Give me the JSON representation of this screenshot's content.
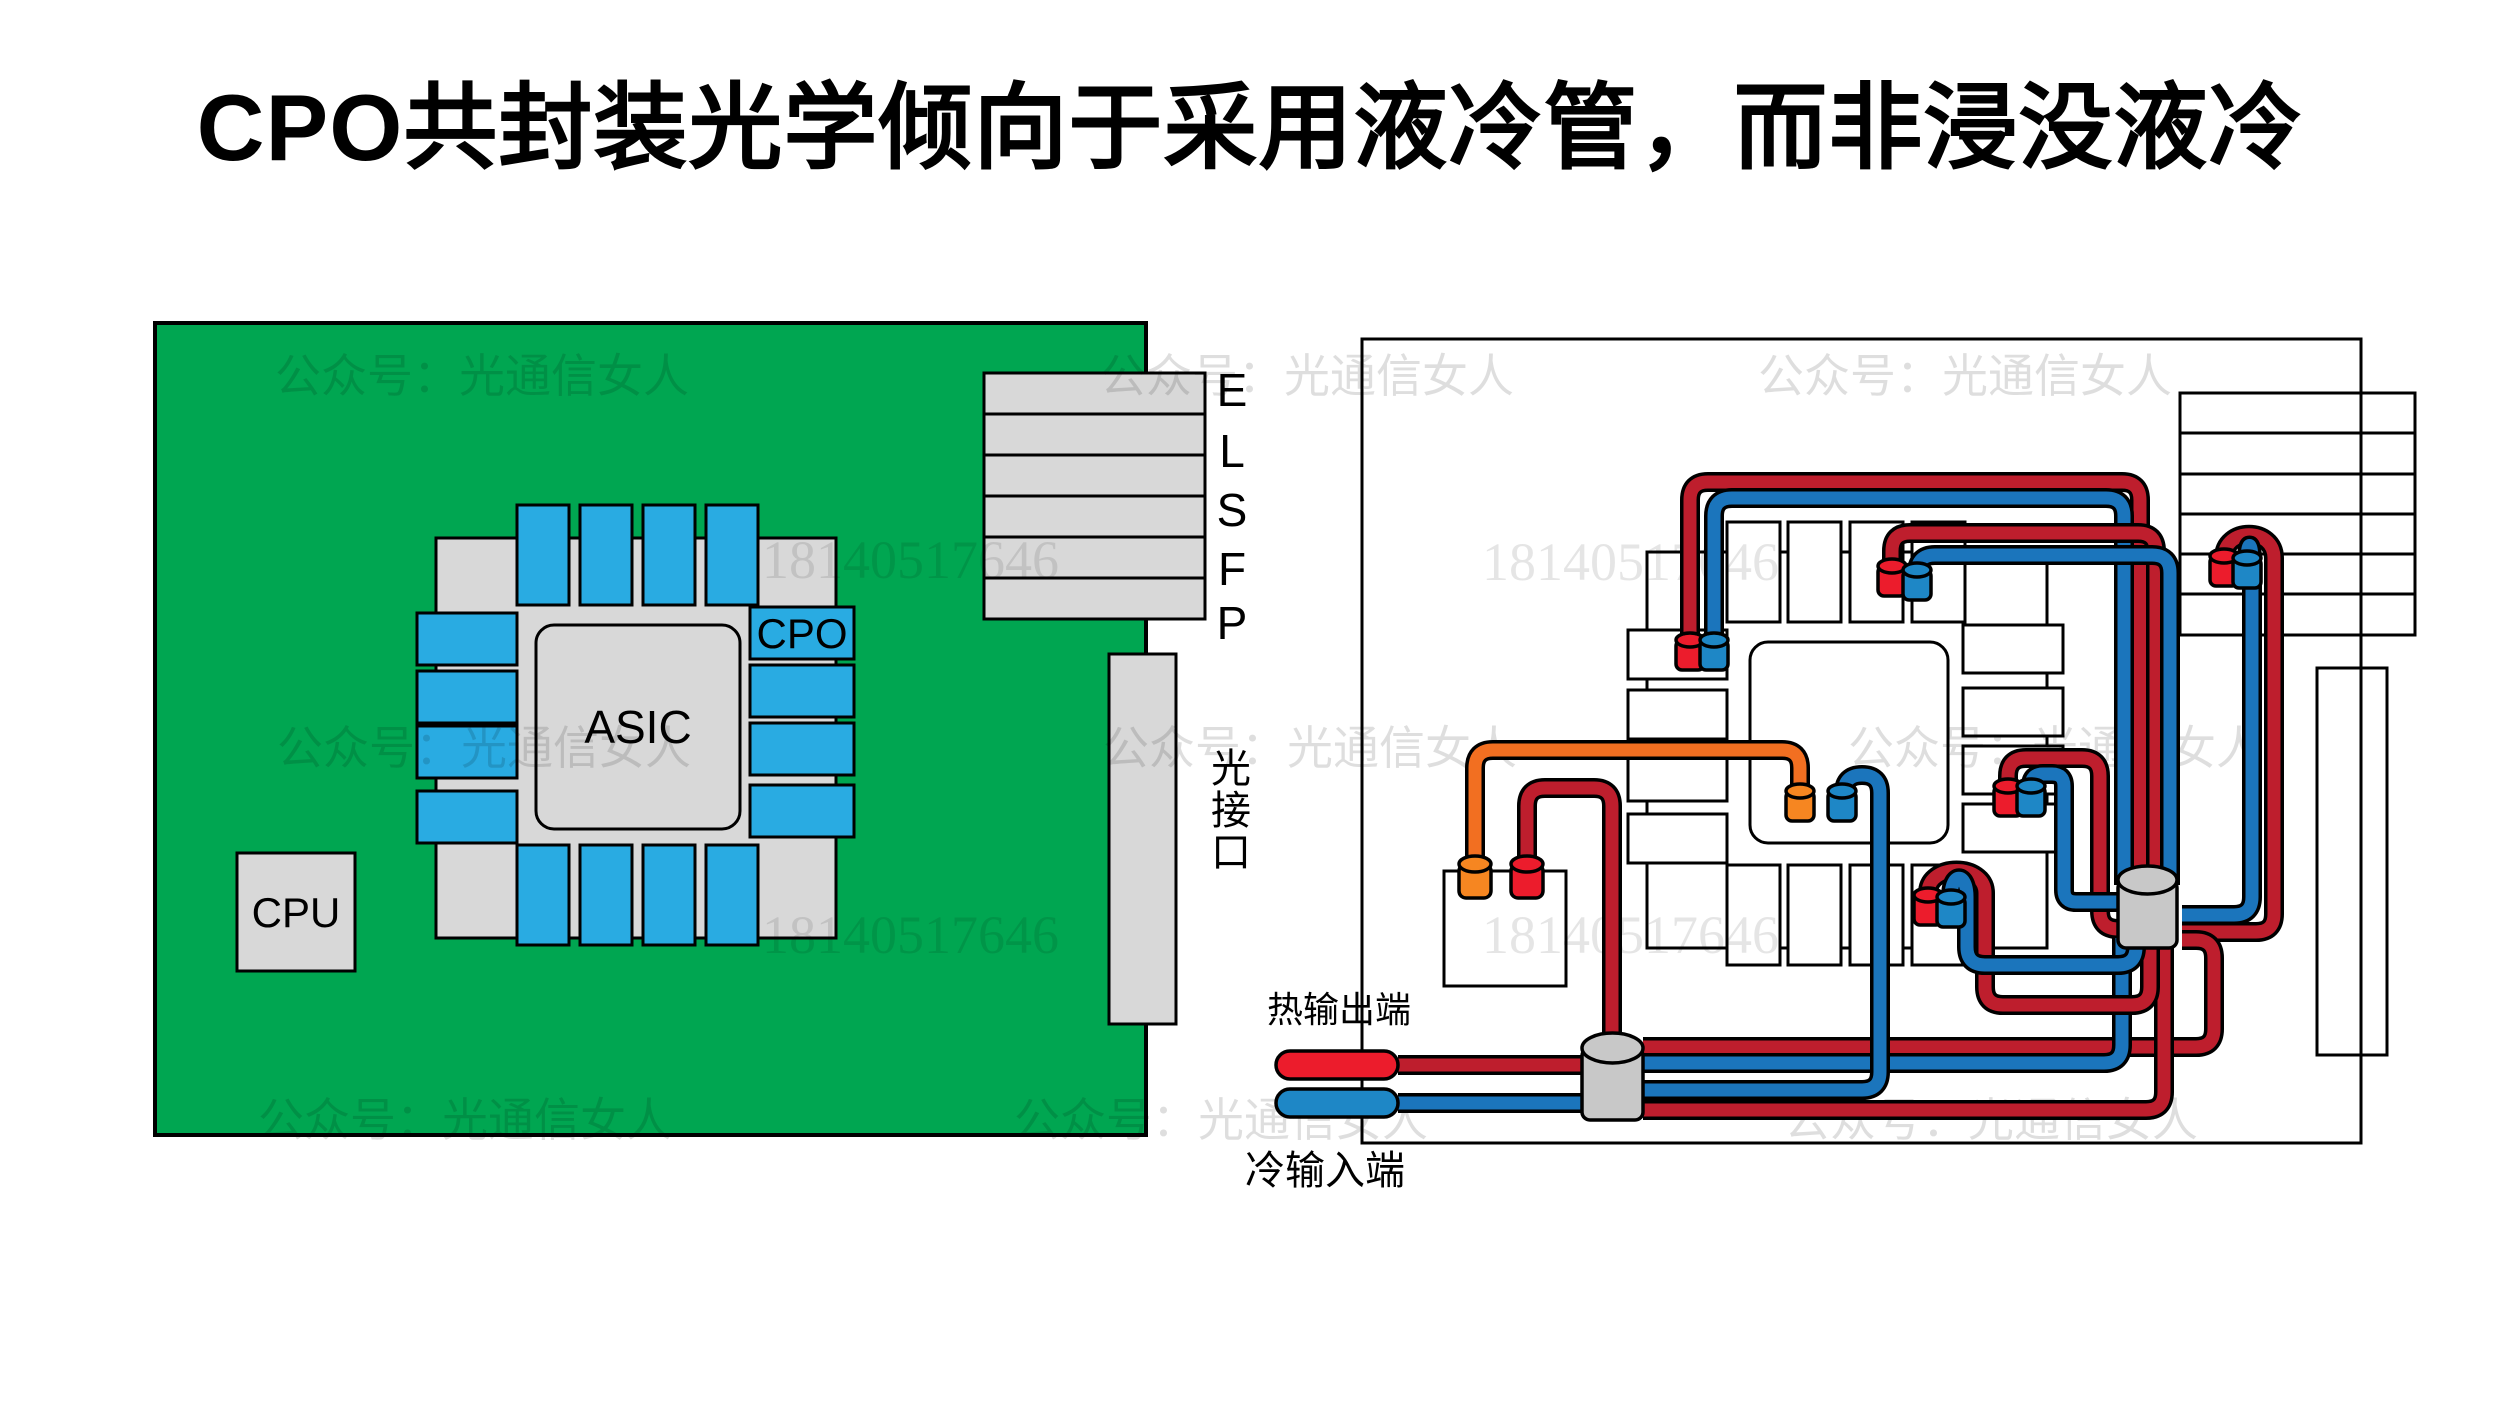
{
  "title": "CPO共封装光学倾向于采用液冷管，而非浸没液冷",
  "watermarks": {
    "account": "公众号：光通信女人",
    "phone": "18140517646"
  },
  "left_board": {
    "asic_label": "ASIC",
    "cpo_label": "CPO",
    "cpu_label": "CPU",
    "elsfp_letters": [
      "E",
      "L",
      "S",
      "F",
      "P"
    ],
    "optical_port_chars": [
      "光",
      "接",
      "口"
    ]
  },
  "legend": {
    "hot_out_label": "热输出端",
    "cold_in_label": "冷输入端"
  },
  "colors": {
    "pcb_green": "#00A651",
    "module_blue": "#29ABE2",
    "substrate_gray": "#D8D8D8",
    "pipe_hot_red": "#BE1E2D",
    "pipe_cold_blue": "#1B75BC",
    "pipe_orange": "#F26F21",
    "stub_hot_red": "#EC1C2C",
    "stub_cold_blue": "#1E87C6",
    "manifold_gray": "#C8C8C8"
  }
}
